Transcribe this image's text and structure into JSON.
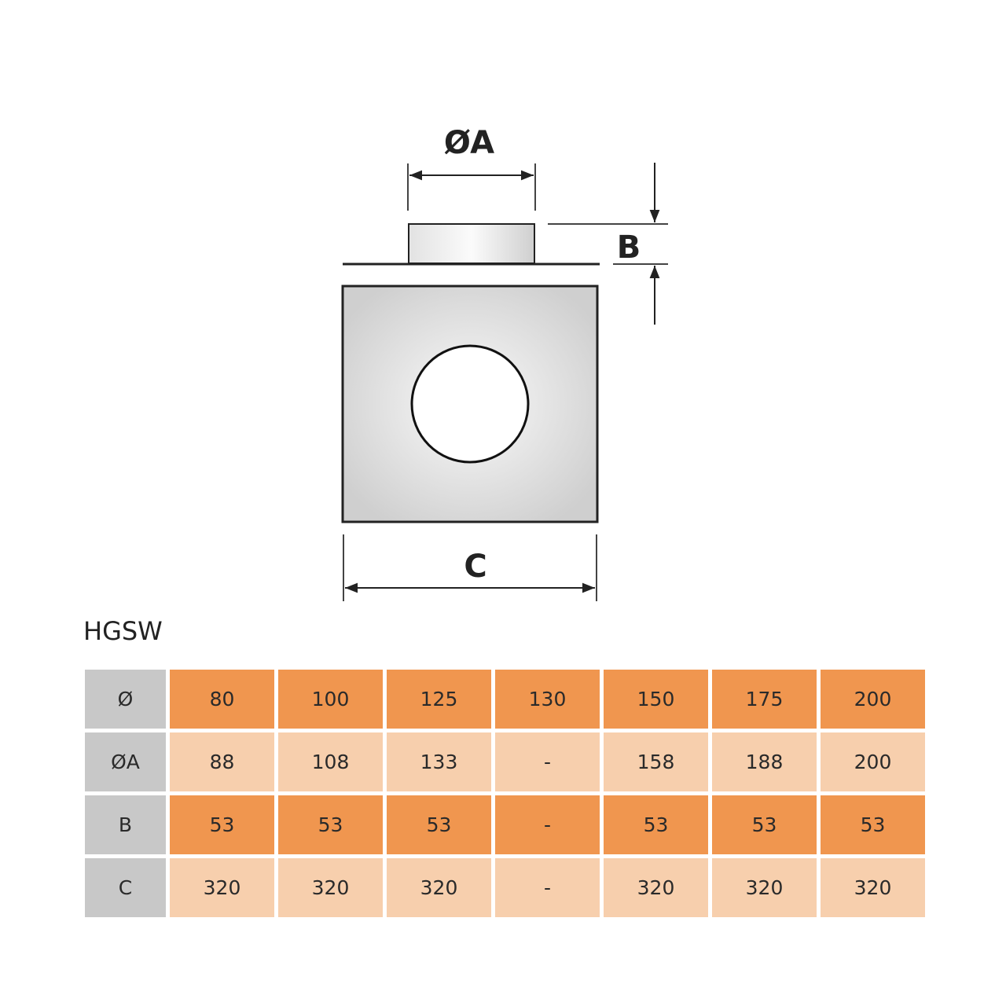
{
  "diagram": {
    "label_a": "ØA",
    "label_b": "B",
    "label_c": "C"
  },
  "table": {
    "title": "HGSW",
    "rows": [
      {
        "header": "Ø",
        "values": [
          "80",
          "100",
          "125",
          "130",
          "150",
          "175",
          "200"
        ]
      },
      {
        "header": "ØA",
        "values": [
          "88",
          "108",
          "133",
          "-",
          "158",
          "188",
          "200"
        ]
      },
      {
        "header": "B",
        "values": [
          "53",
          "53",
          "53",
          "-",
          "53",
          "53",
          "53"
        ]
      },
      {
        "header": "C",
        "values": [
          "320",
          "320",
          "320",
          "-",
          "320",
          "320",
          "320"
        ]
      }
    ]
  },
  "colors": {
    "dark": "#f0964f",
    "light": "#f7cfad",
    "header": "#c8c8c8"
  }
}
